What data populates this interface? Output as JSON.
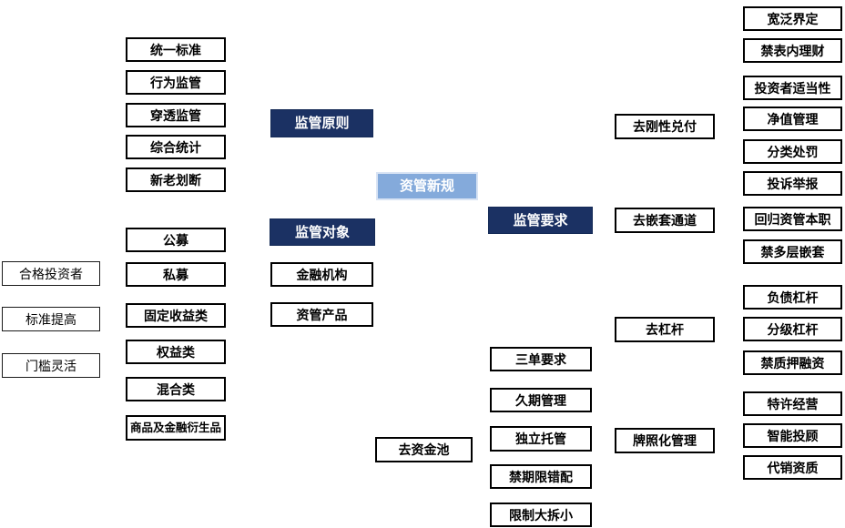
{
  "colors": {
    "navy_node_fill": "#1B3163",
    "root_node_fill": "#84AADB",
    "root_node_border": "#D9E4F4",
    "leaf_box_border": "#000000",
    "background": "#FFFFFF",
    "leaf_text": "#000000",
    "node_text": "#FFFFFF"
  },
  "root": {
    "label": "资管新规"
  },
  "principles": {
    "label": "监管原则",
    "items": [
      "统一标准",
      "行为监管",
      "穿透监管",
      "综合统计",
      "新老划断"
    ]
  },
  "objects": {
    "label": "监管对象",
    "items": [
      "金融机构",
      "资管产品"
    ],
    "product_types": [
      "公募",
      "私募",
      "固定收益类",
      "权益类",
      "混合类",
      "商品及金融衍生品"
    ],
    "qualified_investor": [
      "合格投资者",
      "标准提高",
      "门槛灵活"
    ]
  },
  "requirements": {
    "label": "监管要求",
    "items": [
      "去刚性兑付",
      "去嵌套通道",
      "去杠杆",
      "牌照化管理",
      "去资金池"
    ],
    "rigid_payment_details": [
      "宽泛界定",
      "禁表内理财",
      "投资者适当性",
      "净值管理",
      "分类处罚",
      "投诉举报"
    ],
    "nesting_details": [
      "回归资管本职",
      "禁多层嵌套"
    ],
    "leverage_details": [
      "负债杠杆",
      "分级杠杆",
      "禁质押融资"
    ],
    "license_details": [
      "特许经营",
      "智能投顾",
      "代销资质"
    ],
    "fund_pool_details": [
      "三单要求",
      "久期管理",
      "独立托管",
      "禁期限错配",
      "限制大拆小"
    ]
  }
}
